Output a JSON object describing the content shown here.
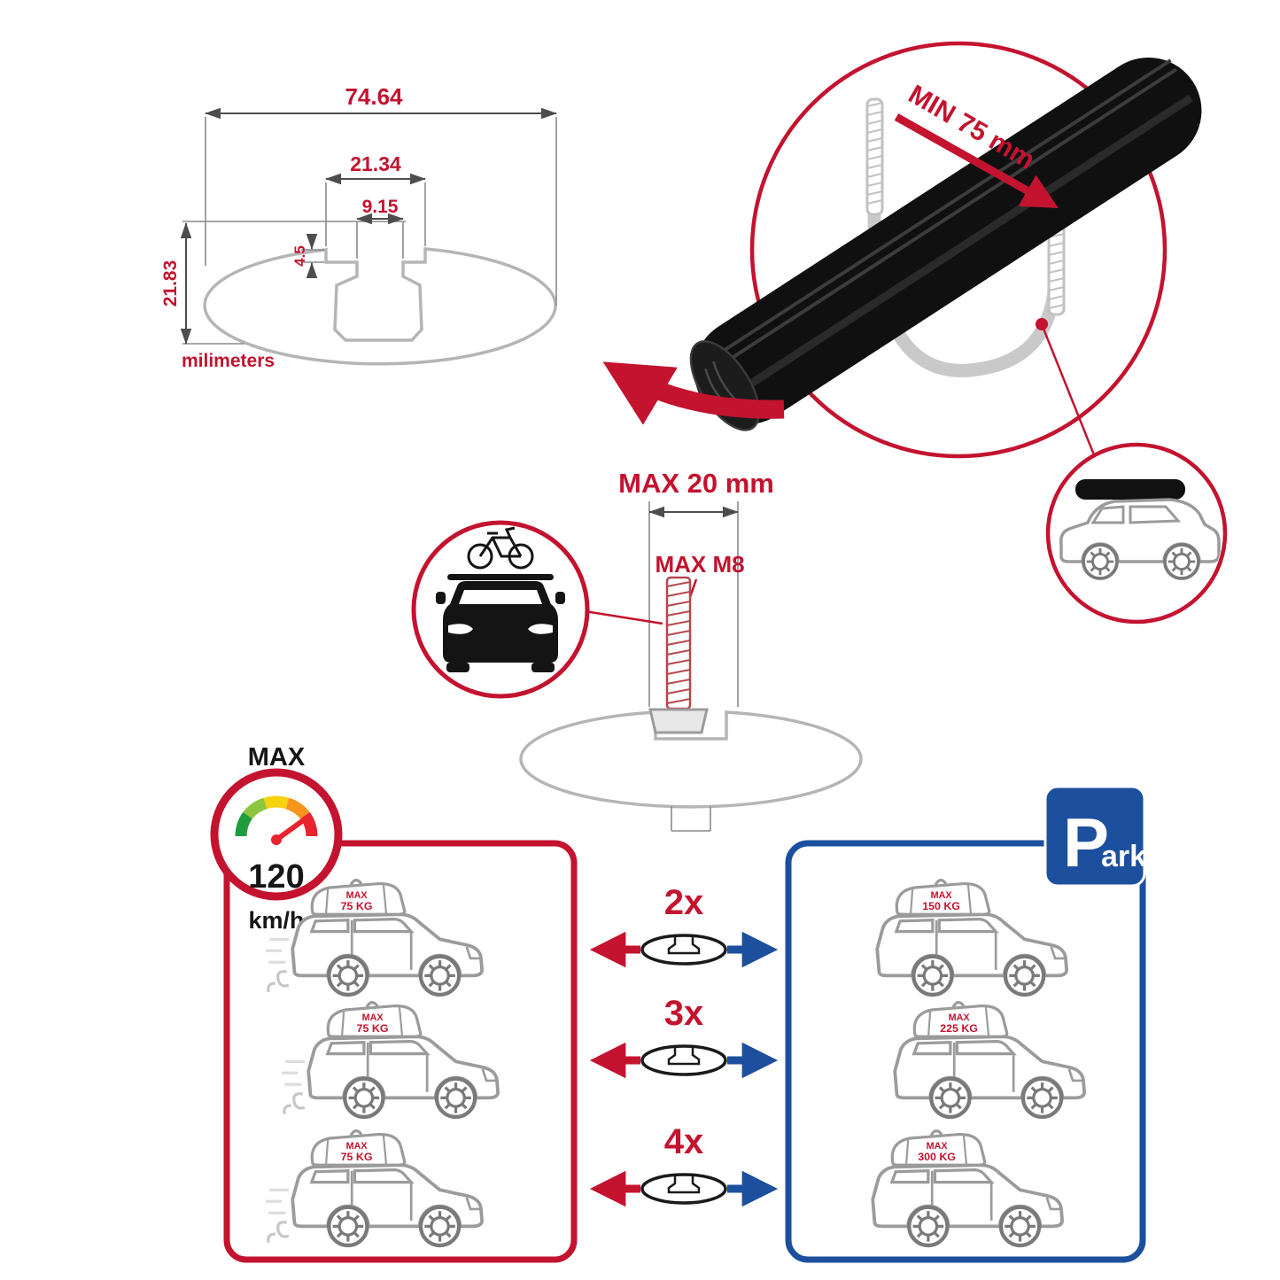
{
  "colors": {
    "accent_red": "#c3132f",
    "accent_blue": "#1c4f9e",
    "line_gray": "#bcbcbc",
    "bar_black": "#141414"
  },
  "dimensions": {
    "total_width": "74.64",
    "slot_outer_width": "21.34",
    "slot_inner_width": "9.15",
    "slot_step_depth": "4.5",
    "total_height": "21.83",
    "units": "milimeters"
  },
  "clamp": {
    "min_width": "MIN 75 mm"
  },
  "bolt": {
    "max_length": "MAX 20 mm",
    "max_thread": "MAX M8"
  },
  "speed": {
    "label": "MAX",
    "value": "120",
    "units": "km/h"
  },
  "capacity": {
    "multipliers": [
      "2x",
      "3x",
      "4x"
    ],
    "left_loads": [
      {
        "label": "MAX",
        "value": "75 KG"
      },
      {
        "label": "MAX",
        "value": "75 KG"
      },
      {
        "label": "MAX",
        "value": "75 KG"
      }
    ],
    "right_loads": [
      {
        "label": "MAX",
        "value": "150 KG"
      },
      {
        "label": "MAX",
        "value": "225 KG"
      },
      {
        "label": "MAX",
        "value": "300 KG"
      }
    ]
  },
  "park_sign": {
    "initial": "P",
    "rest": "ark"
  }
}
